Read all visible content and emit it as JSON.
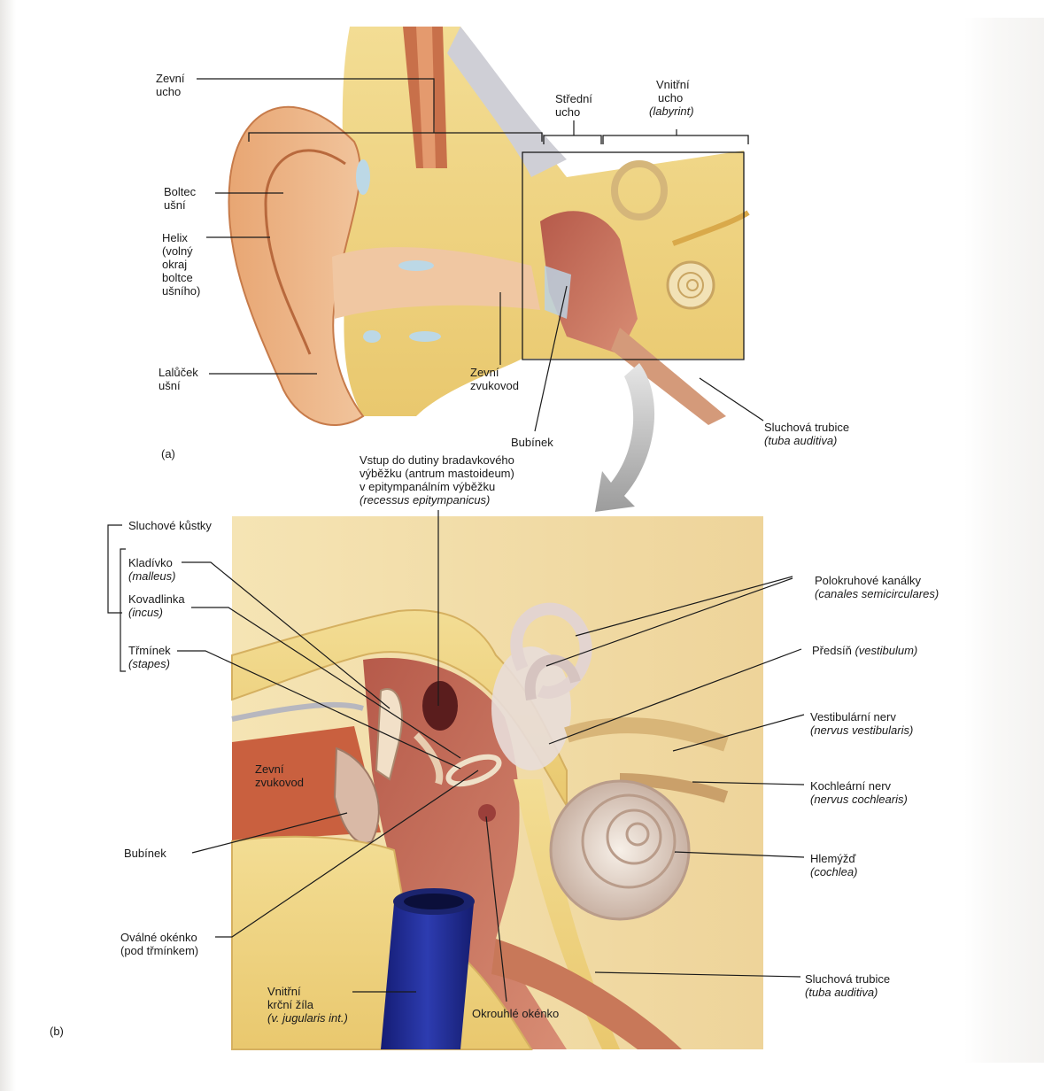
{
  "panel_a": {
    "tag": "(a)",
    "labels": {
      "external_ear": [
        "Zevní",
        "ucho"
      ],
      "middle_ear": [
        "Střední",
        "ucho"
      ],
      "inner_ear": [
        "Vnitřní",
        "ucho"
      ],
      "inner_ear_latin": "(labyrint)",
      "auricle": [
        "Boltec",
        "ušní"
      ],
      "helix": [
        "Helix",
        "(volný",
        "okraj",
        "boltce",
        "ušního)"
      ],
      "lobule": [
        "Lalůček",
        "ušní"
      ],
      "ear_canal": [
        "Zevní",
        "zvukovod"
      ],
      "eardrum": "Bubínek",
      "tube": "Sluchová trubice",
      "tube_latin": "(tuba auditiva)"
    }
  },
  "panel_b": {
    "tag": "(b)",
    "labels": {
      "antrum": [
        "Vstup do dutiny bradavkového",
        "výběžku (antrum mastoideum)",
        "v epitympanálním výběžku"
      ],
      "antrum_latin": "(recessus epitympanicus)",
      "ossicles": "Sluchové  kůstky",
      "malleus": "Kladívko",
      "malleus_latin": "(malleus)",
      "incus": "Kovadlinka",
      "incus_latin": "(incus)",
      "stapes": "Třmínek",
      "stapes_latin": "(stapes)",
      "canals": "Polokruhové kanálky",
      "canals_latin": "(canales semicirculares)",
      "vestibule": "Předsíň",
      "vestibule_latin": "(vestibulum)",
      "vest_nerve": "Vestibulární nerv",
      "vest_nerve_latin": "(nervus vestibularis)",
      "coch_nerve": "Kochleární nerv",
      "coch_nerve_latin": "(nervus cochlearis)",
      "cochlea": "Hlemýžď",
      "cochlea_latin": "(cochlea)",
      "ear_canal": [
        "Zevní",
        "zvukovod"
      ],
      "eardrum": "Bubínek",
      "oval_window": [
        "Oválné okénko",
        "(pod třmínkem)"
      ],
      "jugular": [
        "Vnitřní",
        "krční žíla"
      ],
      "jugular_latin": "(v. jugularis int.)",
      "round_window": "Okrouhlé okénko",
      "tube": "Sluchová trubice",
      "tube_latin": "(tuba auditiva)"
    }
  }
}
